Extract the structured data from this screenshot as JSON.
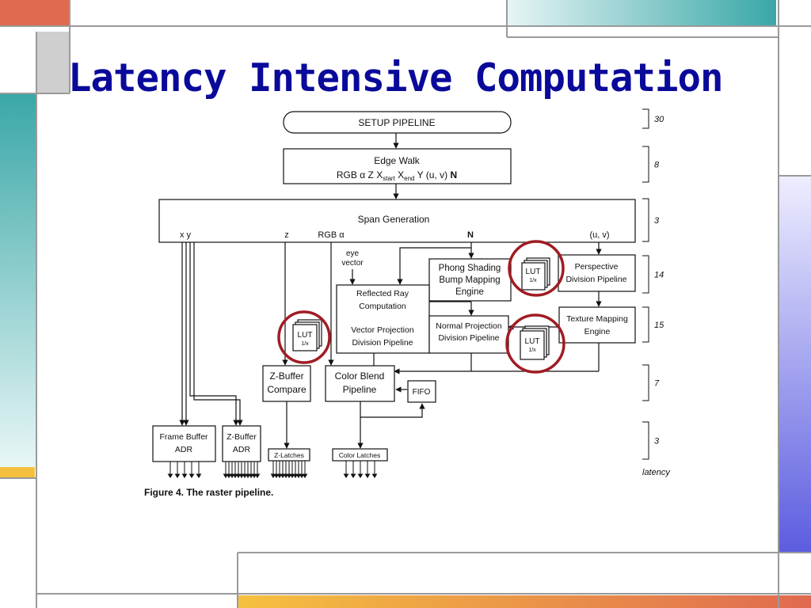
{
  "slide": {
    "title": "Latency Intensive Computation",
    "caption": "Figure 4. The raster pipeline."
  },
  "colors": {
    "title": "#0a0a9a",
    "deco_red": "#e06a50",
    "deco_teal": "#3aa7a7",
    "deco_yellow": "#f5c040",
    "deco_blue": "#5c5ce0",
    "highlight_ring": "#a01c24",
    "frame_line": "#9a9a9a"
  },
  "diagram": {
    "setup": "SETUP PIPELINE",
    "edge_walk": "Edge Walk",
    "edge_sub": {
      "rgb": "RGB",
      "alpha": "α",
      "z": "Z",
      "x": "X",
      "start": "start",
      "end": "end",
      "y": "Y",
      "uv": "(u, v)",
      "n": "N"
    },
    "span": "Span Generation",
    "span_labels": {
      "xy": "x y",
      "z": "z",
      "rgb_alpha": "RGB α",
      "n": "N",
      "uv": "(u, v)"
    },
    "eye": "eye",
    "vector": "vector",
    "phong": [
      "Phong Shading",
      "Bump Mapping",
      "Engine"
    ],
    "perspective": [
      "Perspective",
      "Division Pipeline"
    ],
    "reflected": [
      "Reflected Ray",
      "Computation",
      "",
      "Vector Projection",
      "Division Pipeline"
    ],
    "normal": [
      "Normal Projection",
      "Division Pipeline"
    ],
    "texture": [
      "Texture Mapping",
      "Engine"
    ],
    "lut": "LUT",
    "lut_sub": "1/x",
    "zbuf_compare": [
      "Z-Buffer",
      "Compare"
    ],
    "color_blend": [
      "Color Blend",
      "Pipeline"
    ],
    "fifo": "FIFO",
    "frame_buffer": [
      "Frame Buffer",
      "ADR"
    ],
    "zbuf_adr": [
      "Z-Buffer",
      "ADR"
    ],
    "z_latches": "Z-Latches",
    "color_latches": "Color Latches",
    "latency_values": [
      "30",
      "8",
      "3",
      "14",
      "15",
      "7",
      "3"
    ],
    "latency_label": "latency"
  }
}
